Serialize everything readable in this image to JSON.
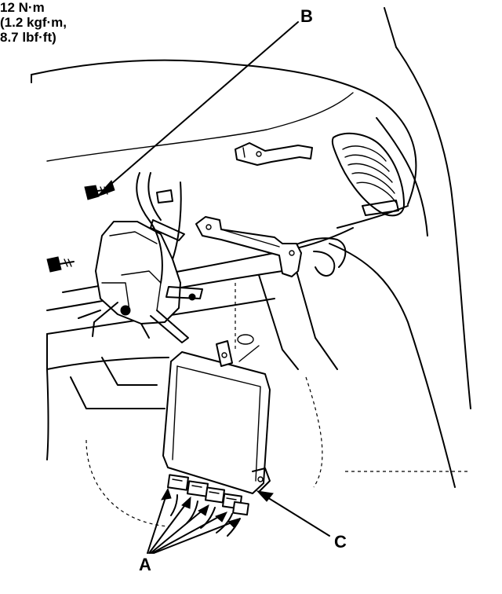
{
  "callouts": {
    "b": {
      "letter": "B",
      "torque": [
        "12 N·m",
        "(1.2 kgf·m,",
        "8.7 lbf·ft)"
      ]
    },
    "a": {
      "letter": "A"
    },
    "c": {
      "letter": "C"
    }
  },
  "colors": {
    "ink": "#000000",
    "paper": "#ffffff"
  }
}
